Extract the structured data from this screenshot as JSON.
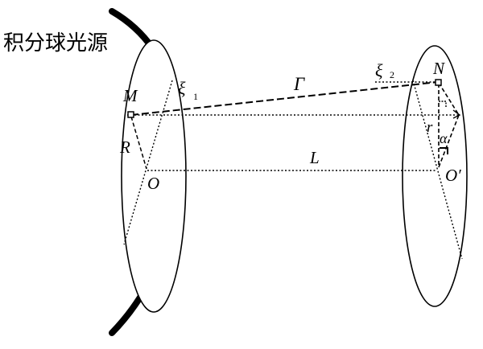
{
  "diagram": {
    "source_label": "积分球光源",
    "labels": {
      "M": "M",
      "N": "N",
      "O": "O",
      "O_prime": "O′",
      "R": "R",
      "r": "r",
      "L": "L",
      "Gamma": "Γ",
      "xi": "ξ",
      "sub1": "1",
      "sub2": "2",
      "alpha": "α"
    }
  }
}
